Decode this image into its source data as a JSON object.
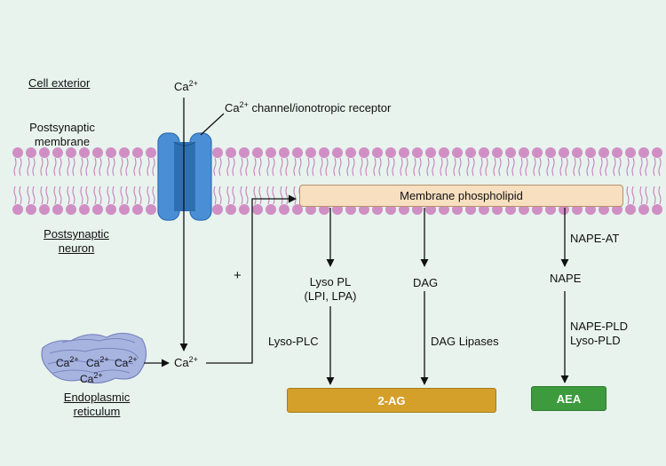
{
  "labels": {
    "cell_exterior": "Cell exterior",
    "postsynaptic_membrane": [
      "Postsynaptic",
      "membrane"
    ],
    "postsynaptic_neuron": [
      "Postsynaptic",
      "neuron"
    ],
    "ca_top": "Ca",
    "ca_channel": "Ca",
    "ca_channel_rest": " channel/ionotropic receptor",
    "superscript": "2+",
    "ca_mid": "Ca",
    "plus": "+",
    "er_ions": [
      "Ca",
      "Ca",
      "Ca",
      "Ca"
    ],
    "endoplasmic_reticulum": [
      "Endoplasmic",
      "reticulum"
    ],
    "lyso_pl": [
      "Lyso PL",
      "(LPI, LPA)"
    ],
    "dag": "DAG",
    "nape": "NAPE",
    "nape_at": "NAPE-AT",
    "lyso_plc": "Lyso-PLC",
    "dag_lipases": "DAG Lipases",
    "nape_pld": [
      "NAPE-PLD",
      "Lyso-PLD"
    ]
  },
  "boxes": {
    "membrane_phospholipid": "Membrane phospholipid",
    "two_ag": "2-AG",
    "aea": "AEA"
  },
  "colors": {
    "background": "#e8f3ee",
    "lipid_head": "#d08fc4",
    "lipid_tail": "#c87fbd",
    "channel": "#4a8fd6",
    "channel_dark": "#2e6fb2",
    "er": "#9aa8d8",
    "phospholipid_box": "#f7dfc0",
    "two_ag_box": "#d4a02a",
    "aea_box": "#3d9b3d"
  }
}
